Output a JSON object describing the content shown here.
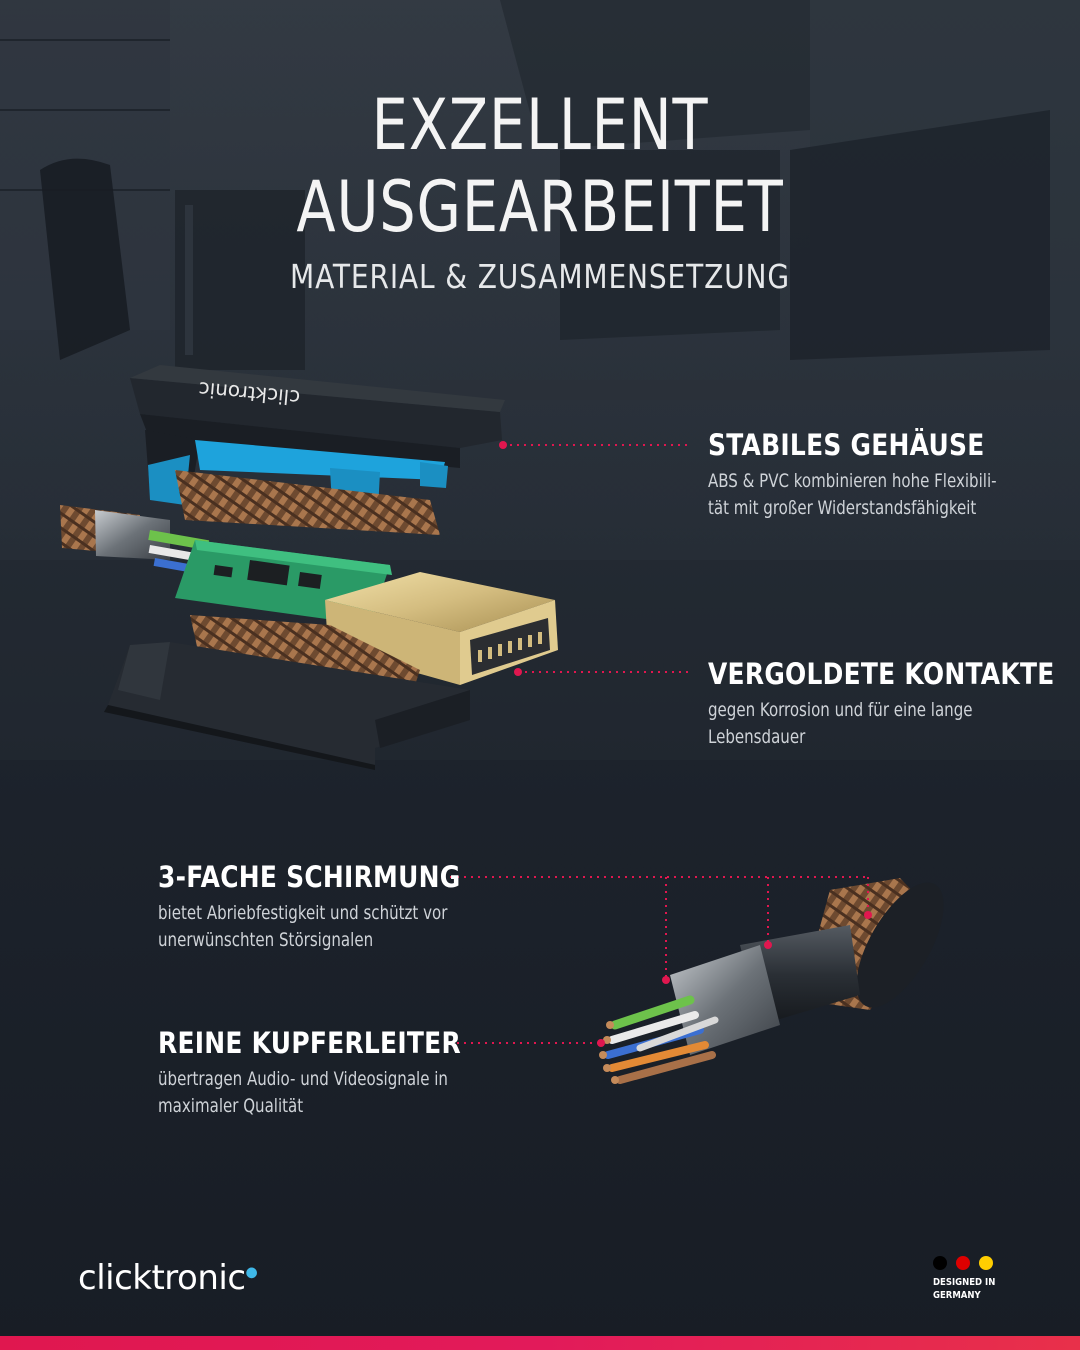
{
  "header": {
    "title_line1": "EXZELLENT",
    "title_line2": "AUSGEARBEITET",
    "subtitle": "MATERIAL & ZUSAMMENSETZUNG"
  },
  "features": [
    {
      "title": "STABILES GEHÄUSE",
      "desc_line1": "ABS & PVC kombinieren hohe Flexibili-",
      "desc_line2": "tät mit großer Widerstandsfähigkeit"
    },
    {
      "title": "VERGOLDETE KONTAKTE",
      "desc_line1": "gegen Korrosion und für eine lange",
      "desc_line2": "Lebensdauer"
    },
    {
      "title": "3-FACHE SCHIRMUNG",
      "desc_line1": "bietet Abriebfestigkeit und schützt vor",
      "desc_line2": "unerwünschten Störsignalen"
    },
    {
      "title": "REINE KUPFERLEITER",
      "desc_line1": "übertragen Audio- und Videosignale in",
      "desc_line2": "maximaler Qualität"
    }
  ],
  "product_print": "clicktronic",
  "brand": {
    "name": "clicktronic",
    "dot": "●"
  },
  "badge": {
    "line1": "DESIGNED IN",
    "line2": "GERMANY",
    "flag_colors": [
      "#000000",
      "#dd0000",
      "#ffce00"
    ]
  },
  "colors": {
    "accent": "#e0174f",
    "connector_blue": "#1ea3dc",
    "gold": "#d8c48a",
    "copper": "#9b6a45"
  }
}
